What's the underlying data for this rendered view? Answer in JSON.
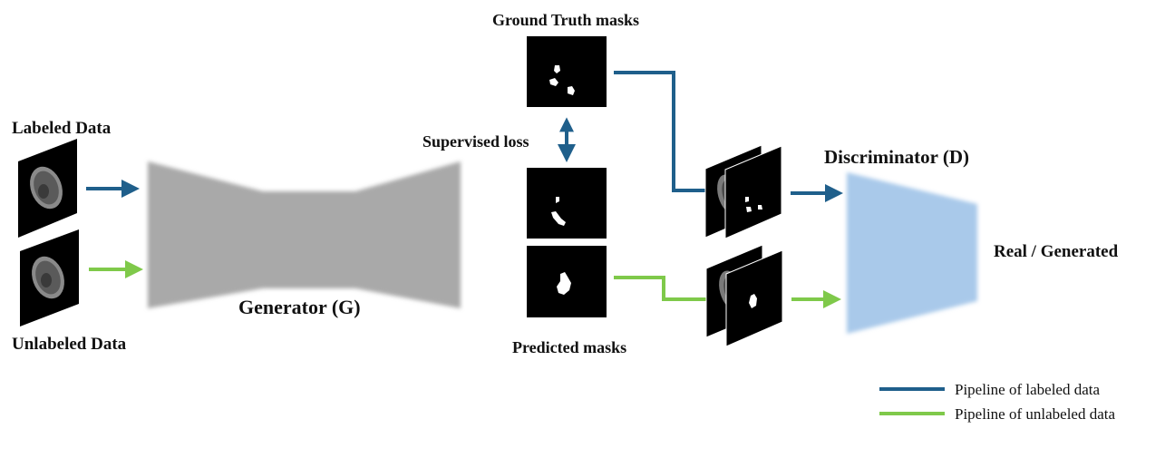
{
  "diagram": {
    "inputs": {
      "labeled": "Labeled Data",
      "unlabeled": "Unlabeled Data"
    },
    "generator": "Generator (G)",
    "ground_truth": "Ground Truth masks",
    "supervised_loss": "Supervised loss",
    "predicted": "Predicted masks",
    "discriminator": "Discriminator (D)",
    "output": "Real / Generated"
  },
  "legend": {
    "labeled": "Pipeline of labeled data",
    "unlabeled": "Pipeline of unlabeled data"
  },
  "colors": {
    "labeled_pipeline": "#1f5f8b",
    "unlabeled_pipeline": "#7fc94a",
    "generator_fill": "#a9a9a9",
    "discriminator_fill": "#a9c9ea",
    "tile_fill": "#000000"
  }
}
